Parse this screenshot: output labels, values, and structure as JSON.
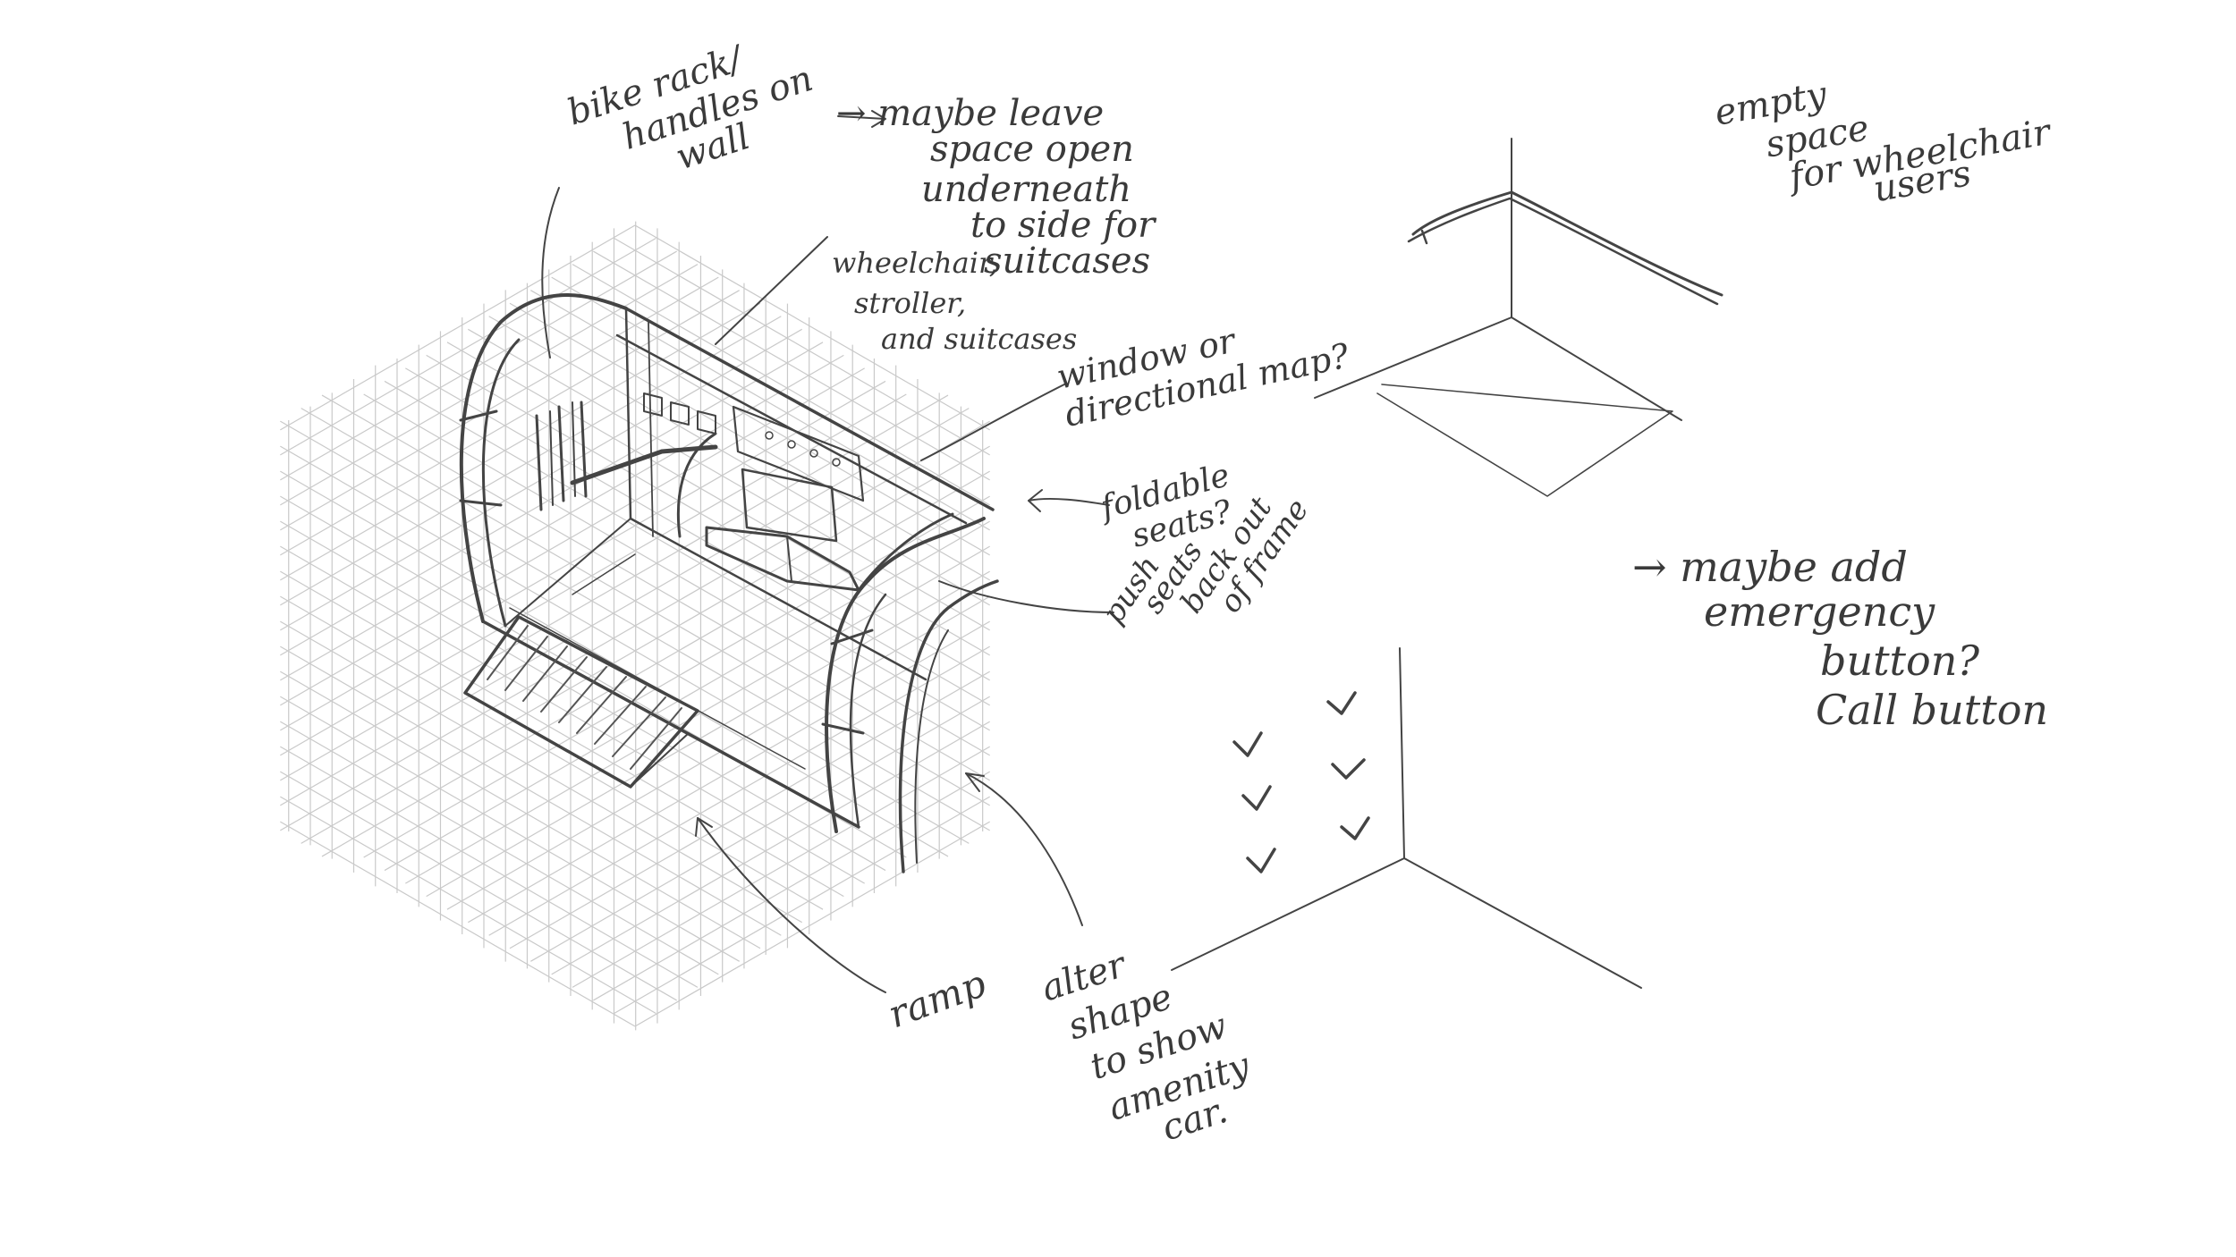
{
  "palette": {
    "paper": "#ffffff",
    "pencil": "#444444",
    "grid": "#c9c9c9",
    "ink": "#3a3a3a"
  },
  "annotations": {
    "bike_rack": [
      "bike rack/",
      "handles on",
      "wall"
    ],
    "maybe_leave": [
      "→ maybe leave",
      "space open",
      "underneath",
      "to side for",
      "suitcases"
    ],
    "wheelchair": [
      "wheelchair,",
      "stroller,",
      "and suitcases"
    ],
    "window": [
      "window or",
      "directional map?"
    ],
    "foldable": [
      "foldable",
      "seats?"
    ],
    "push_seats": [
      "push",
      "seats",
      "back out",
      "of frame"
    ],
    "ramp": [
      "ramp"
    ],
    "alter_shape": [
      "alter",
      "shape",
      "to show",
      "amenity",
      "car."
    ],
    "empty_space": [
      "empty",
      "space",
      "for wheelchair",
      "users"
    ],
    "emergency": [
      "→ maybe add",
      "emergency",
      "button?",
      "Call button"
    ]
  }
}
